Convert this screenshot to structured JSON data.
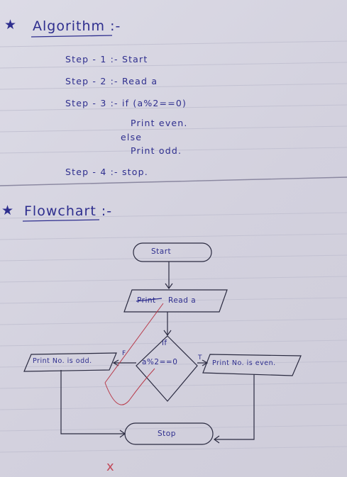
{
  "algorithm": {
    "star": "★",
    "title": "Algorithm :-",
    "steps": [
      "Step - 1 :- Start",
      "Step - 2 :- Read a",
      "Step - 3 :- if (a%2==0)",
      "Print even.",
      "else",
      "Print odd.",
      "Step - 4 :- stop."
    ]
  },
  "flowchart": {
    "star": "★",
    "title": "Flowchart :-",
    "start": "Start",
    "input": "Read a",
    "input_struck": "Print",
    "decision_top": "if",
    "decision_condition": "a%2==0",
    "false_label": "F",
    "true_label": "T",
    "false_output": "Print No. is odd.",
    "true_output": "Print No. is even.",
    "stop": "Stop",
    "footer_mark": "x"
  },
  "colors": {
    "ink": "#2e2e8e",
    "ruling": "#b8b7c8",
    "margin_line": "#a9a3b8"
  }
}
